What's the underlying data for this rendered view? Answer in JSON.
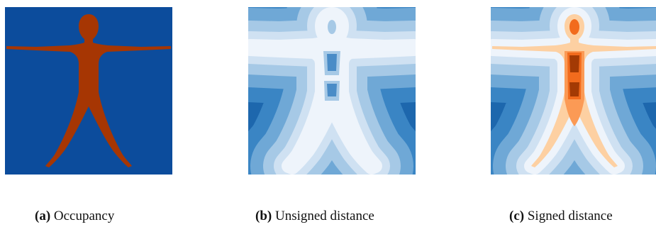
{
  "figure": {
    "panels": [
      {
        "id": "a",
        "tag": "(a)",
        "caption": "Occupancy"
      },
      {
        "id": "b",
        "tag": "(b)",
        "caption": "Unsigned distance"
      },
      {
        "id": "c",
        "tag": "(c)",
        "caption": "Signed distance"
      }
    ],
    "colors": {
      "occupancy_outside": "#0c4c9c",
      "occupancy_inside": "#a63603",
      "blue_levels": [
        "#eef4fb",
        "#cfe1f2",
        "#a6c9e6",
        "#6fa8d6",
        "#3a85c4",
        "#1d67ad"
      ],
      "orange_levels": [
        "#fdd0a2",
        "#fb9a55",
        "#f26b1d",
        "#d45108",
        "#a33a04"
      ]
    }
  }
}
